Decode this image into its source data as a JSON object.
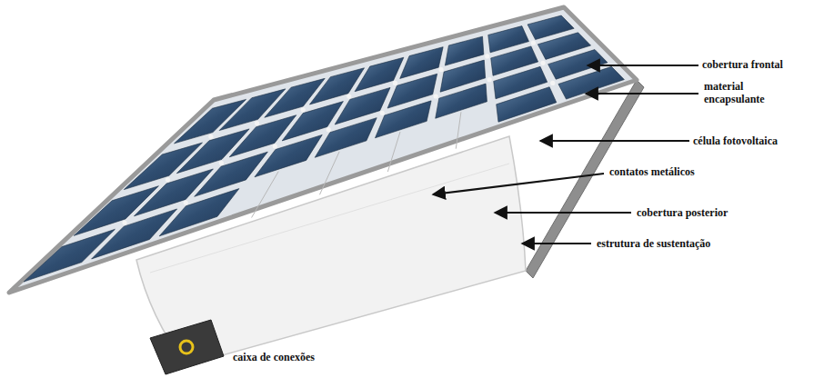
{
  "diagram": {
    "labels": [
      "cobertura frontal",
      "material encapsulante",
      "célula fotovoltaica",
      "contatos metálicos",
      "cobertura posterior",
      "estrutura de sustentação",
      "caixa de conexões"
    ]
  }
}
